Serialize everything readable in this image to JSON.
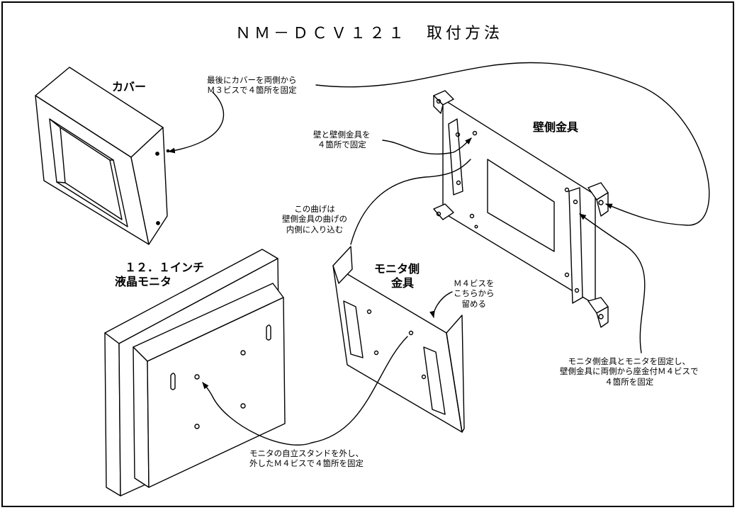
{
  "title": "ＮＭ－ＤＣＶ１２１　取付方法",
  "labels": {
    "cover": "カバー",
    "wall_bracket": "壁側金具",
    "monitor_bracket_l1": "モニタ側",
    "monitor_bracket_l2": "金具",
    "lcd_l1": "１２．１インチ",
    "lcd_l2": "液晶モニタ"
  },
  "notes": {
    "cover_note": [
      "最後にカバーを両側から",
      "Ｍ３ビスで４箇所を固定"
    ],
    "wall_note": [
      "壁と壁側金具を",
      "４箇所で固定"
    ],
    "bend_note": [
      "この曲げは",
      "壁側金具の曲げの",
      "内側に入り込む"
    ],
    "m4_note": [
      "Ｍ４ビスを",
      "こちらから",
      "留める"
    ],
    "fix_note": [
      "モニタ側金具とモニタを固定し、",
      "壁側金具に両側から座金付Ｍ４ビスで",
      "４箇所を固定"
    ],
    "stand_note": [
      "モニタの自立スタンドを外し、",
      "外したＭ４ビスで４箇所を固定"
    ]
  },
  "colors": {
    "line": "#000000",
    "background": "#ffffff"
  }
}
